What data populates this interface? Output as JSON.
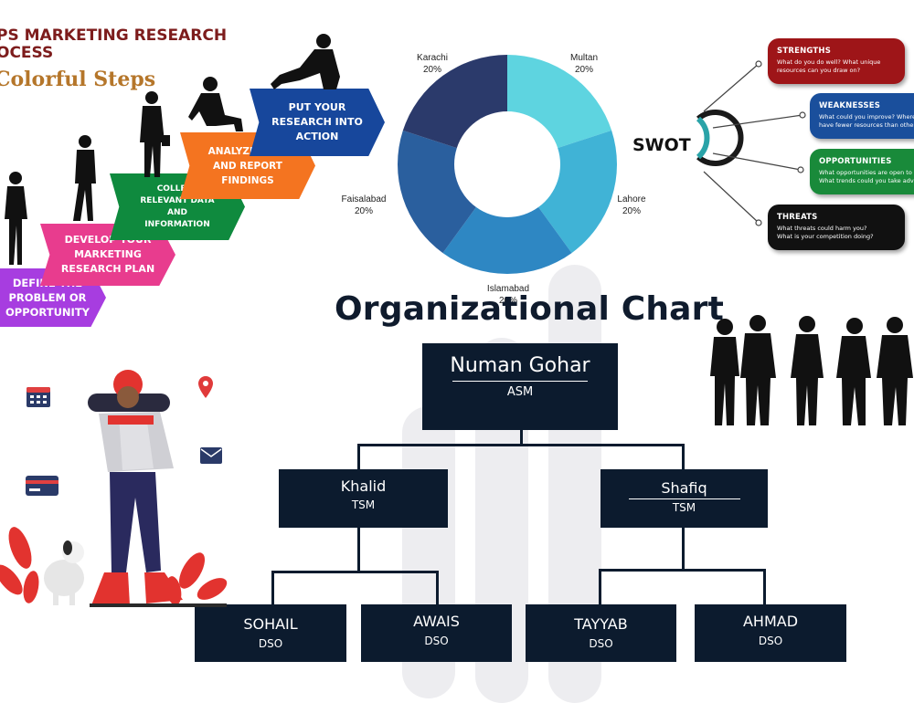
{
  "steps": {
    "title_line1": "PS MARKETING RESEARCH",
    "title_line2": "OCESS",
    "subtitle": "Colorful Steps",
    "items": [
      {
        "label": "DEFINE THE PROBLEM OR OPPORTUNITY",
        "color": "#a73de0"
      },
      {
        "label": "DEVELOP YOUR MARKETING RESEARCH PLAN",
        "color": "#e83c8e"
      },
      {
        "label": "COLLECT RELEVANT DATA AND INFORMATION",
        "color": "#0f8a3e"
      },
      {
        "label": "ANALYZE DATA AND REPORT FINDINGS",
        "color": "#f47420"
      },
      {
        "label": "PUT YOUR RESEARCH INTO ACTION",
        "color": "#17479c"
      }
    ]
  },
  "chart_data": {
    "type": "pie",
    "donut": true,
    "labels": [
      "Multan",
      "Lahore",
      "Islamabad",
      "Faisalabad",
      "Karachi"
    ],
    "values": [
      20,
      20,
      20,
      20,
      20
    ],
    "value_labels": [
      "20%",
      "20%",
      "20%",
      "20%",
      "20%"
    ],
    "colors": [
      "#5ed4e0",
      "#40b3d6",
      "#2e87c3",
      "#2a5f9e",
      "#2b3a6b"
    ]
  },
  "swot": {
    "title": "SWOT",
    "cards": [
      {
        "heading": "STRENGTHS",
        "line1": "What do you do well? What unique",
        "line2": "resources can you draw on?",
        "color": "#9e1518"
      },
      {
        "heading": "WEAKNESSES",
        "line1": "What could you improve? Where do",
        "line2": "have fewer resources than others?",
        "color": "#1a4f9c"
      },
      {
        "heading": "OPPORTUNITIES",
        "line1": "What opportunities are open to yo",
        "line2": "What trends could you take advan",
        "color": "#198a3a"
      },
      {
        "heading": "THREATS",
        "line1": "What threats could harm you?",
        "line2": "What is your competition doing?",
        "color": "#111111"
      }
    ]
  },
  "org": {
    "title": "Organizational Chart",
    "root": {
      "name": "Numan Gohar",
      "role": "ASM"
    },
    "managers": [
      {
        "name": "Khalid",
        "role": "TSM"
      },
      {
        "name": "Shafiq",
        "role": "TSM"
      }
    ],
    "staff": [
      {
        "name": "SOHAIL",
        "role": "DSO"
      },
      {
        "name": "AWAIS",
        "role": "DSO"
      },
      {
        "name": "TAYYAB",
        "role": "DSO"
      },
      {
        "name": "AHMAD",
        "role": "DSO"
      }
    ]
  },
  "icons": [
    "calendar-icon",
    "map-pin-icon",
    "mail-icon",
    "credit-card-icon"
  ]
}
